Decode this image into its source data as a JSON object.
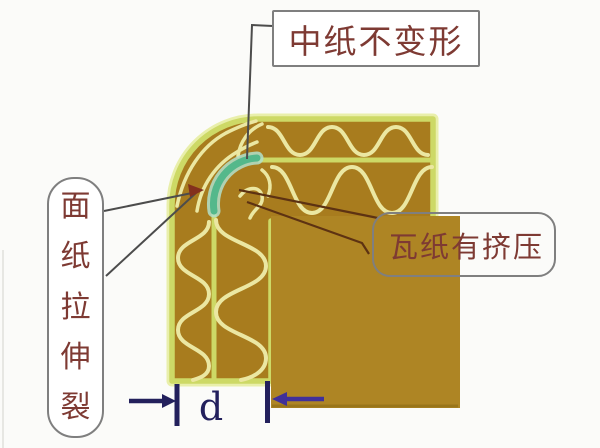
{
  "callouts": {
    "top": {
      "text": "中纸不变形"
    },
    "left": {
      "text": "面纸拉伸裂",
      "chars": [
        "面",
        "纸",
        "拉",
        "伸",
        "裂"
      ]
    },
    "right": {
      "text": "瓦纸有挤压"
    }
  },
  "dimension": {
    "label": "d"
  },
  "colors": {
    "page-bg": "#fbfbf9",
    "board-fill": "#a87c1e",
    "block-fill": "#ae8524",
    "block-edge": "#8a6a14",
    "liner": "#cdd966",
    "liner-glow": "#e9efab",
    "flute": "#ebe7a2",
    "teal": "#54b88b",
    "teal-glow": "#b2e0cb",
    "callout-border": "#7f7f7f",
    "label-text": "#7e3a33",
    "leader-gray": "#4c4c4c",
    "leader-brown": "#5d3212",
    "dim-navy": "#23205c",
    "dim-purple": "#40309a",
    "arrowhead-red": "#83301d"
  }
}
